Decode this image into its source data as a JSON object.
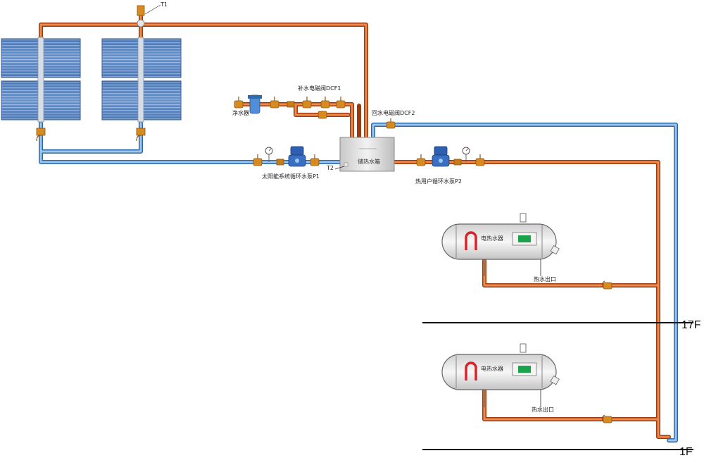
{
  "labels": {
    "t1": "T1",
    "t2": "T2",
    "makeup_valve": "补水电磁阀DCF1",
    "return_valve": "回水电磁阀DCF2",
    "purifier": "净水器",
    "tank": "储热水箱",
    "pump_p1": "太阳能系统循环水泵P1",
    "pump_p2": "热用户循环水泵P2",
    "heater_upper": "电热水器",
    "heater_lower": "电热水器",
    "outlet_upper": "热水出口",
    "outlet_lower": "热水出口",
    "floor_17": "17F",
    "floor_1": "1F"
  },
  "colors": {
    "hot_pipe": "#e8672a",
    "cold_pipe": "#5b9bd8",
    "panel": "#5a86c6",
    "valve": "#d68a1f",
    "pump": "#2e5fb0",
    "tank": "#d9d9d9",
    "display": "#1aa34a"
  }
}
